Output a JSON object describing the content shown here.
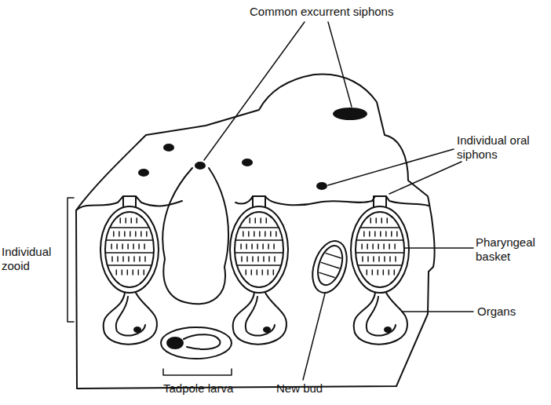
{
  "diagram": {
    "labels": [
      "Common excurrent siphons",
      "Individual oral siphons",
      "Pharyngeal basket",
      "Organs",
      "Individual zooid",
      "Tadpole larva",
      "New bud"
    ]
  }
}
